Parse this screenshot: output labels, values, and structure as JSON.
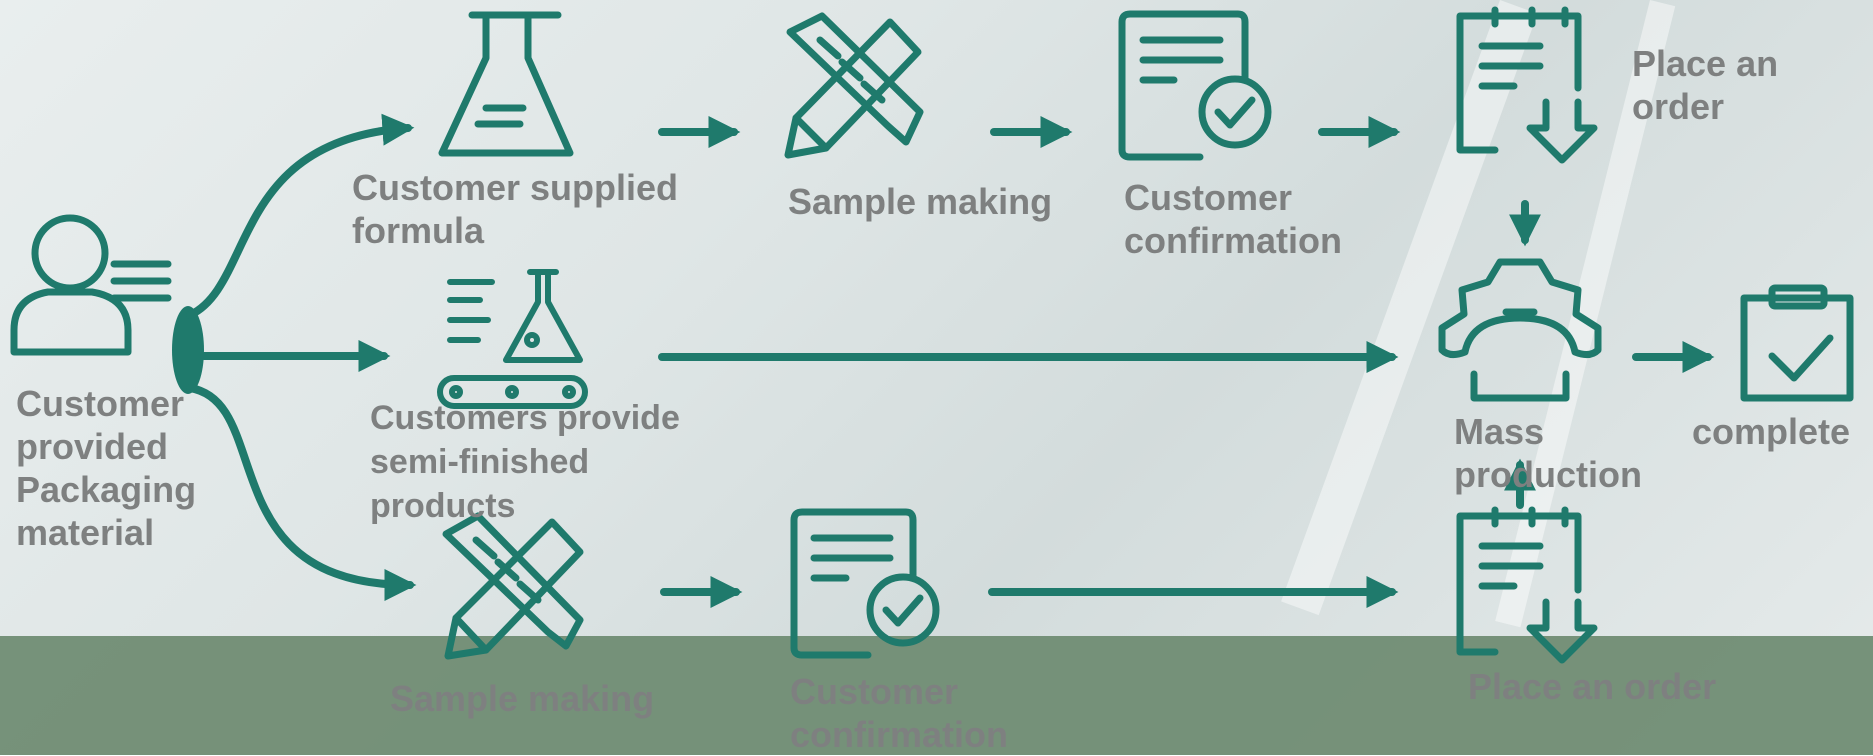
{
  "colors": {
    "accent": "#1f7a6c",
    "label": "#7e8080",
    "band": "#6d8a70"
  },
  "nodes": {
    "customer": {
      "line1": "Customer",
      "line2": "provided",
      "line3": "Packaging",
      "line4": "material",
      "icon": "customer-user-icon"
    },
    "formula": {
      "line1": "Customer supplied",
      "line2": "formula",
      "icon": "flask-icon"
    },
    "sample_top": {
      "label": "Sample making",
      "icon": "pencil-ruler-icon"
    },
    "confirm_top": {
      "line1": "Customer",
      "line2": "confirmation",
      "icon": "document-check-icon"
    },
    "order_top": {
      "line1": "Place an",
      "line2": "order",
      "icon": "clipboard-download-icon"
    },
    "semi": {
      "line1": "Customers provide",
      "line2": "semi-finished",
      "line3": "products",
      "icon": "lab-conveyor-icon"
    },
    "mass": {
      "line1": "Mass",
      "line2": "production",
      "icon": "gear-production-icon"
    },
    "complete": {
      "label": "complete",
      "icon": "clipboard-check-icon"
    },
    "sample_bottom": {
      "label": "Sample making",
      "icon": "pencil-ruler-icon"
    },
    "confirm_bottom": {
      "line1": "Customer",
      "line2": "confirmation",
      "icon": "document-check-icon"
    },
    "order_bottom": {
      "label": "Place an order",
      "icon": "clipboard-download-icon"
    }
  }
}
